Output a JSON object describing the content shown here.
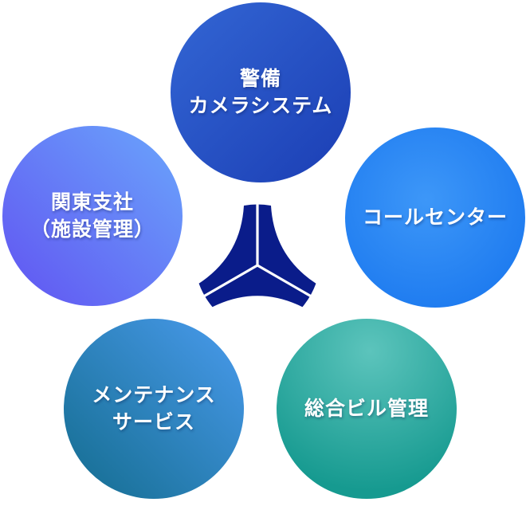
{
  "diagram": {
    "title": "company-services-diagram",
    "background_color": "#ffffff",
    "center_logo": {
      "name": "three-spoke-emblem",
      "color": "#0a1c8a",
      "divider_color": "#ffffff"
    },
    "circles": [
      {
        "id": "security-camera-system",
        "lines": [
          "警備",
          "カメラシステム"
        ],
        "gradient": [
          "#3366d4",
          "#1b3eb4"
        ],
        "gradient_style": "linear-135",
        "text_color": "#ffffff"
      },
      {
        "id": "kanto-branch-facility-management",
        "lines": [
          "関東支社",
          "（施設管理）"
        ],
        "gradient": [
          "#6aa6fc",
          "#6153f1"
        ],
        "gradient_style": "linear-225",
        "text_color": "#ffffff"
      },
      {
        "id": "call-center",
        "lines": [
          "コールセンター"
        ],
        "gradient": [
          "#3d97f8",
          "#1f7cf0"
        ],
        "gradient_style": "radial-center",
        "text_color": "#ffffff"
      },
      {
        "id": "maintenance-service",
        "lines": [
          "メンテナンス",
          "サービス"
        ],
        "gradient": [
          "#4a9bee",
          "#136c8e"
        ],
        "gradient_style": "linear-225",
        "text_color": "#ffffff"
      },
      {
        "id": "general-building-management",
        "lines": [
          "総合ビル管理"
        ],
        "gradient": [
          "#5cc4bc",
          "#169a90"
        ],
        "gradient_style": "radial-top",
        "text_color": "#ffffff"
      }
    ]
  }
}
